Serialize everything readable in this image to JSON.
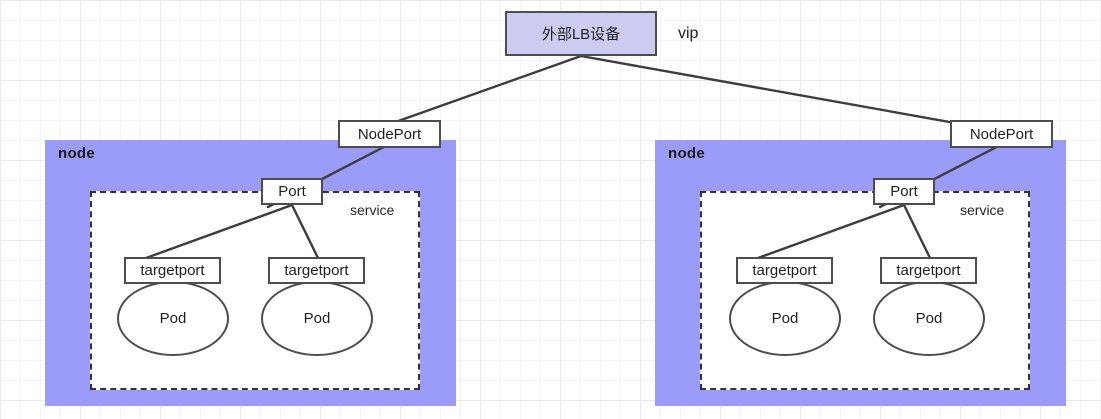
{
  "diagram": {
    "title_box": {
      "label": "外部LB设备"
    },
    "vip_label": "vip",
    "nodes": [
      {
        "label": "node",
        "nodeport": {
          "label": "NodePort"
        },
        "service": {
          "label": "service",
          "port": {
            "label": "Port"
          },
          "pods": [
            {
              "targetport": "targetport",
              "name": "Pod"
            },
            {
              "targetport": "targetport",
              "name": "Pod"
            }
          ]
        }
      },
      {
        "label": "node",
        "nodeport": {
          "label": "NodePort"
        },
        "service": {
          "label": "service",
          "port": {
            "label": "Port"
          },
          "pods": [
            {
              "targetport": "targetport",
              "name": "Pod"
            },
            {
              "targetport": "targetport",
              "name": "Pod"
            }
          ]
        }
      }
    ],
    "colors": {
      "node_fill": "#9b9bfa",
      "lb_fill": "#ccccf2",
      "stroke": "#4d4d4d",
      "dashed_stroke": "#333333",
      "grid": "#eaeaea",
      "canvas": "#ffffff"
    }
  }
}
